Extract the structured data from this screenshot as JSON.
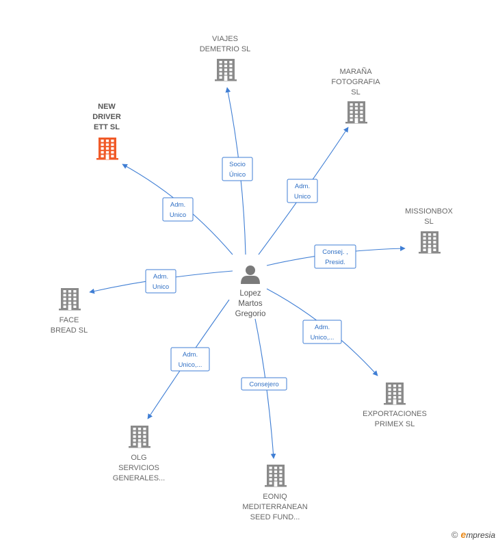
{
  "center": {
    "name_lines": [
      "Lopez",
      "Martos",
      "Gregorio"
    ],
    "icon": "person-icon"
  },
  "companies": [
    {
      "id": "viajes",
      "lines": [
        "VIAJES",
        "DEMETRIO  SL"
      ],
      "icon": "building-icon",
      "highlight": false,
      "relation": [
        "Socio",
        "Único"
      ]
    },
    {
      "id": "marana",
      "lines": [
        "MARAÑA",
        "FOTOGRAFIA",
        "SL"
      ],
      "icon": "building-icon",
      "highlight": false,
      "relation": [
        "Adm.",
        "Unico"
      ]
    },
    {
      "id": "newdriver",
      "lines": [
        "NEW",
        "DRIVER",
        "ETT  SL"
      ],
      "icon": "building-icon",
      "highlight": true,
      "relation": [
        "Adm.",
        "Unico"
      ]
    },
    {
      "id": "missionbox",
      "lines": [
        "MISSIONBOX",
        "SL"
      ],
      "icon": "building-icon",
      "highlight": false,
      "relation": [
        "Consej. ,",
        "Presid."
      ]
    },
    {
      "id": "facebread",
      "lines": [
        "FACE",
        "BREAD  SL"
      ],
      "icon": "building-icon",
      "highlight": false,
      "relation": [
        "Adm.",
        "Unico"
      ]
    },
    {
      "id": "exportaciones",
      "lines": [
        "EXPORTACIONES",
        "PRIMEX  SL"
      ],
      "icon": "building-icon",
      "highlight": false,
      "relation": [
        "Adm.",
        "Unico,..."
      ]
    },
    {
      "id": "olg",
      "lines": [
        "OLG",
        "SERVICIOS",
        "GENERALES..."
      ],
      "icon": "building-icon",
      "highlight": false,
      "relation": [
        "Adm.",
        "Unico,..."
      ]
    },
    {
      "id": "eoniq",
      "lines": [
        "EONIQ",
        "MEDITERRANEAN",
        "SEED FUND..."
      ],
      "icon": "building-icon",
      "highlight": false,
      "relation": [
        "Consejero"
      ]
    }
  ],
  "colors": {
    "edge": "#3f7ed4",
    "building": "#8a8a8a",
    "building_highlight": "#f05a28",
    "person": "#7a7a7a"
  },
  "footer": {
    "copyright": "©",
    "brand_initial": "e",
    "brand_rest": "mpresia"
  }
}
